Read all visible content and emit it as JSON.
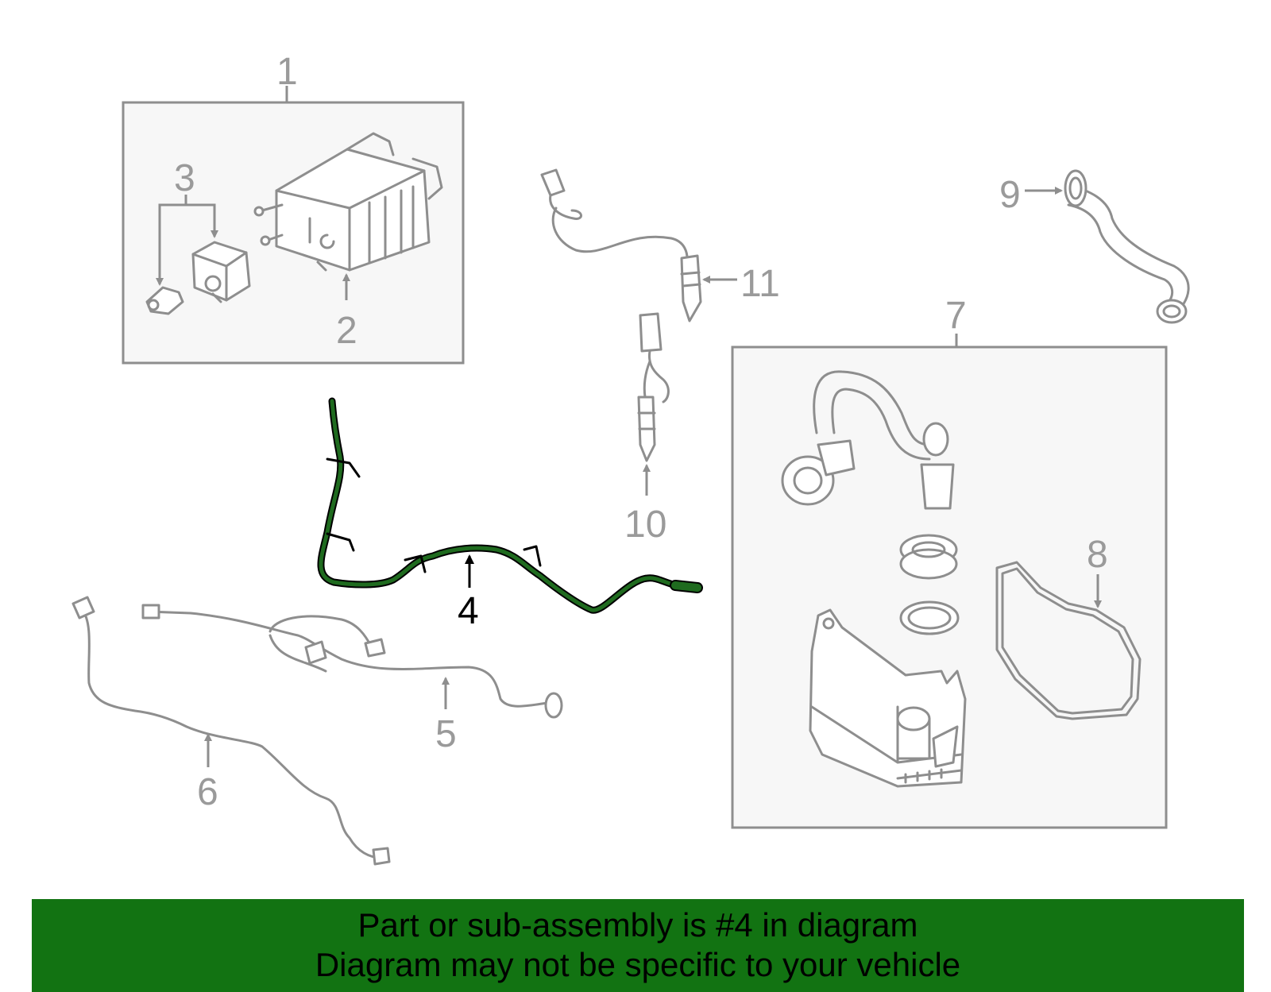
{
  "callouts": {
    "c1": "1",
    "c2": "2",
    "c3": "3",
    "c4": "4",
    "c5": "5",
    "c6": "6",
    "c7": "7",
    "c8": "8",
    "c9": "9",
    "c10": "10",
    "c11": "11"
  },
  "highlighted_part": "4",
  "colors": {
    "highlight": "#1f6b1f",
    "banner": "#127312",
    "line": "#8e8e8e"
  },
  "banner": {
    "line1": "Part or sub-assembly is #4 in diagram",
    "line2": "Diagram may not be specific to your vehicle"
  }
}
